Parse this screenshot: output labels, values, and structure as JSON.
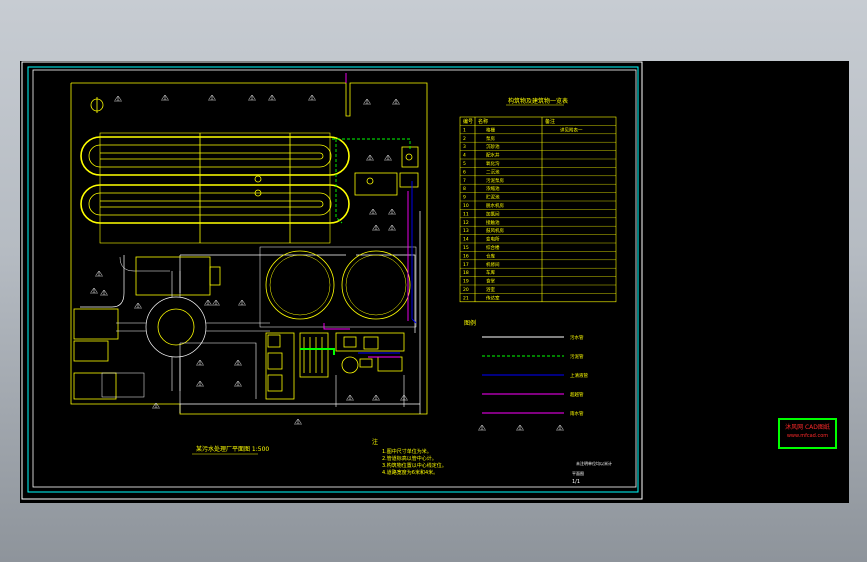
{
  "drawing": {
    "title": "某污水处理厂平面图 1:500",
    "table_title": "构筑物及建筑物一览表",
    "table_header": [
      "编号",
      "名称",
      "备注"
    ],
    "table_rows": [
      {
        "no": "1",
        "name": "格栅"
      },
      {
        "no": "2",
        "name": "泵房"
      },
      {
        "no": "3",
        "name": "沉砂池"
      },
      {
        "no": "4",
        "name": "配水井"
      },
      {
        "no": "5",
        "name": "氧化沟"
      },
      {
        "no": "6",
        "name": "二沉池"
      },
      {
        "no": "7",
        "name": "污泥泵房"
      },
      {
        "no": "8",
        "name": "浓缩池"
      },
      {
        "no": "9",
        "name": "贮泥池"
      },
      {
        "no": "10",
        "name": "脱水机房"
      },
      {
        "no": "11",
        "name": "加氯间"
      },
      {
        "no": "12",
        "name": "接触池"
      },
      {
        "no": "13",
        "name": "鼓风机房"
      },
      {
        "no": "14",
        "name": "变电所"
      },
      {
        "no": "15",
        "name": "综合楼"
      },
      {
        "no": "16",
        "name": "仓库"
      },
      {
        "no": "17",
        "name": "机修间"
      },
      {
        "no": "18",
        "name": "车库"
      },
      {
        "no": "19",
        "name": "食堂"
      },
      {
        "no": "20",
        "name": "浴室"
      },
      {
        "no": "21",
        "name": "传达室"
      }
    ],
    "table_note": "详见附表一",
    "legend_title": "图例",
    "legend": [
      {
        "label": "污水管",
        "color": "#ffffff"
      },
      {
        "label": "污泥管",
        "color": "#00ff00"
      },
      {
        "label": "上清液管",
        "color": "#0000ff"
      },
      {
        "label": "超越管",
        "color": "#ff00ff"
      },
      {
        "label": "雨水管",
        "color": "#ff00ff"
      }
    ],
    "legend_foot": "未注明单位均以米计",
    "notes_heading": "注",
    "notes": [
      "1.图中尺寸单位为米。",
      "2.管道标高以管中心计。",
      "3.构筑物位置以中心线定位。",
      "4.道路宽度为6米和4米。"
    ],
    "sheet_label": "平面图",
    "sheet_no": "1/1"
  },
  "stamp": {
    "line1": "沐风网 CAD图纸",
    "line2": "www.mfcad.com"
  },
  "colors": {
    "background": "#000000",
    "border": "#ffffff",
    "inner_border": "#00ffff",
    "structure": "#ffff00",
    "pipe_green": "#00ff00",
    "pipe_blue": "#0000ff",
    "pipe_magenta": "#ff00ff",
    "stamp_border": "#00ff00",
    "stamp_text": "#ff2a2a"
  }
}
